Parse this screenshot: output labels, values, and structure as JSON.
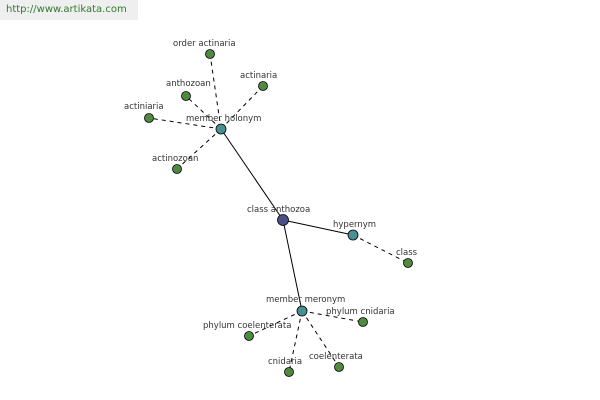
{
  "watermark": {
    "text": "http://www.artikata.com"
  },
  "colors": {
    "center_node": "#4a4f86",
    "relation_node": "#4a8f91",
    "leaf_node": "#4f8a3f"
  },
  "nodes": [
    {
      "id": "class-anthozoa",
      "label": "class anthozoa",
      "kind": "center"
    },
    {
      "id": "member-holonym",
      "label": "member holonym",
      "kind": "relation"
    },
    {
      "id": "hypernym",
      "label": "hypernym",
      "kind": "relation"
    },
    {
      "id": "member-meronym",
      "label": "member meronym",
      "kind": "relation"
    },
    {
      "id": "order-actinaria",
      "label": "order actinaria",
      "kind": "leaf"
    },
    {
      "id": "anthozoan",
      "label": "anthozoan",
      "kind": "leaf"
    },
    {
      "id": "actinaria",
      "label": "actinaria",
      "kind": "leaf"
    },
    {
      "id": "actiniaria",
      "label": "actiniaria",
      "kind": "leaf"
    },
    {
      "id": "actinozoan",
      "label": "actinozoan",
      "kind": "leaf"
    },
    {
      "id": "class",
      "label": "class",
      "kind": "leaf"
    },
    {
      "id": "phylum-coelenterata",
      "label": "phylum coelenterata",
      "kind": "leaf"
    },
    {
      "id": "phylum-cnidaria",
      "label": "phylum cnidaria",
      "kind": "leaf"
    },
    {
      "id": "cnidaria",
      "label": "cnidaria",
      "kind": "leaf"
    },
    {
      "id": "coelenterata",
      "label": "coelenterata",
      "kind": "leaf"
    }
  ],
  "edges": [
    {
      "from": "class-anthozoa",
      "to": "member-holonym",
      "style": "solid"
    },
    {
      "from": "class-anthozoa",
      "to": "hypernym",
      "style": "solid"
    },
    {
      "from": "class-anthozoa",
      "to": "member-meronym",
      "style": "solid"
    },
    {
      "from": "member-holonym",
      "to": "order-actinaria",
      "style": "dashed"
    },
    {
      "from": "member-holonym",
      "to": "anthozoan",
      "style": "dashed"
    },
    {
      "from": "member-holonym",
      "to": "actinaria",
      "style": "dashed"
    },
    {
      "from": "member-holonym",
      "to": "actiniaria",
      "style": "dashed"
    },
    {
      "from": "member-holonym",
      "to": "actinozoan",
      "style": "dashed"
    },
    {
      "from": "hypernym",
      "to": "class",
      "style": "dashed"
    },
    {
      "from": "member-meronym",
      "to": "phylum-coelenterata",
      "style": "dashed"
    },
    {
      "from": "member-meronym",
      "to": "phylum-cnidaria",
      "style": "dashed"
    },
    {
      "from": "member-meronym",
      "to": "cnidaria",
      "style": "dashed"
    },
    {
      "from": "member-meronym",
      "to": "coelenterata",
      "style": "dashed"
    }
  ]
}
